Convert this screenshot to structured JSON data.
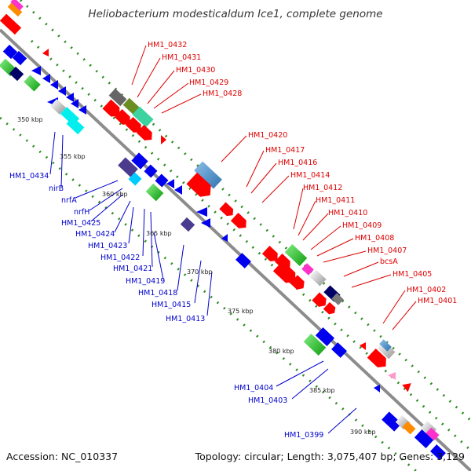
{
  "title": "Heliobacterium modesticaldum Ice1, complete genome",
  "footer": {
    "accession": "Accession: NC_010337",
    "summary": "Topology: circular; Length: 3,075,407 bp; Genes: 3,129"
  },
  "colors": {
    "backbone": "#8c8c8c",
    "ruler": "#2e8b22",
    "forward_label": "#dd0000",
    "reverse_label": "#0000cc"
  },
  "ticks": [
    "350 kbp",
    "355 kbp",
    "360 kbp",
    "365 kbp",
    "370 kbp",
    "375 kbp",
    "380 kbp",
    "385 kbp",
    "390 kbp"
  ],
  "forward_labels": [
    "HM1_0432",
    "HM1_0431",
    "HM1_0430",
    "HM1_0429",
    "HM1_0428",
    "HM1_0420",
    "HM1_0417",
    "HM1_0416",
    "HM1_0414",
    "HM1_0412",
    "HM1_0411",
    "HM1_0410",
    "HM1_0409",
    "HM1_0408",
    "HM1_0407",
    "bcsA",
    "HM1_0405",
    "HM1_0402",
    "HM1_0401"
  ],
  "reverse_labels": [
    "HM1_0434",
    "nirB",
    "nrfA",
    "nrfH",
    "HM1_0425",
    "HM1_0424",
    "HM1_0423",
    "HM1_0422",
    "HM1_0421",
    "HM1_0419",
    "HM1_0418",
    "HM1_0415",
    "HM1_0413",
    "HM1_0404",
    "HM1_0403",
    "HM1_0399"
  ]
}
